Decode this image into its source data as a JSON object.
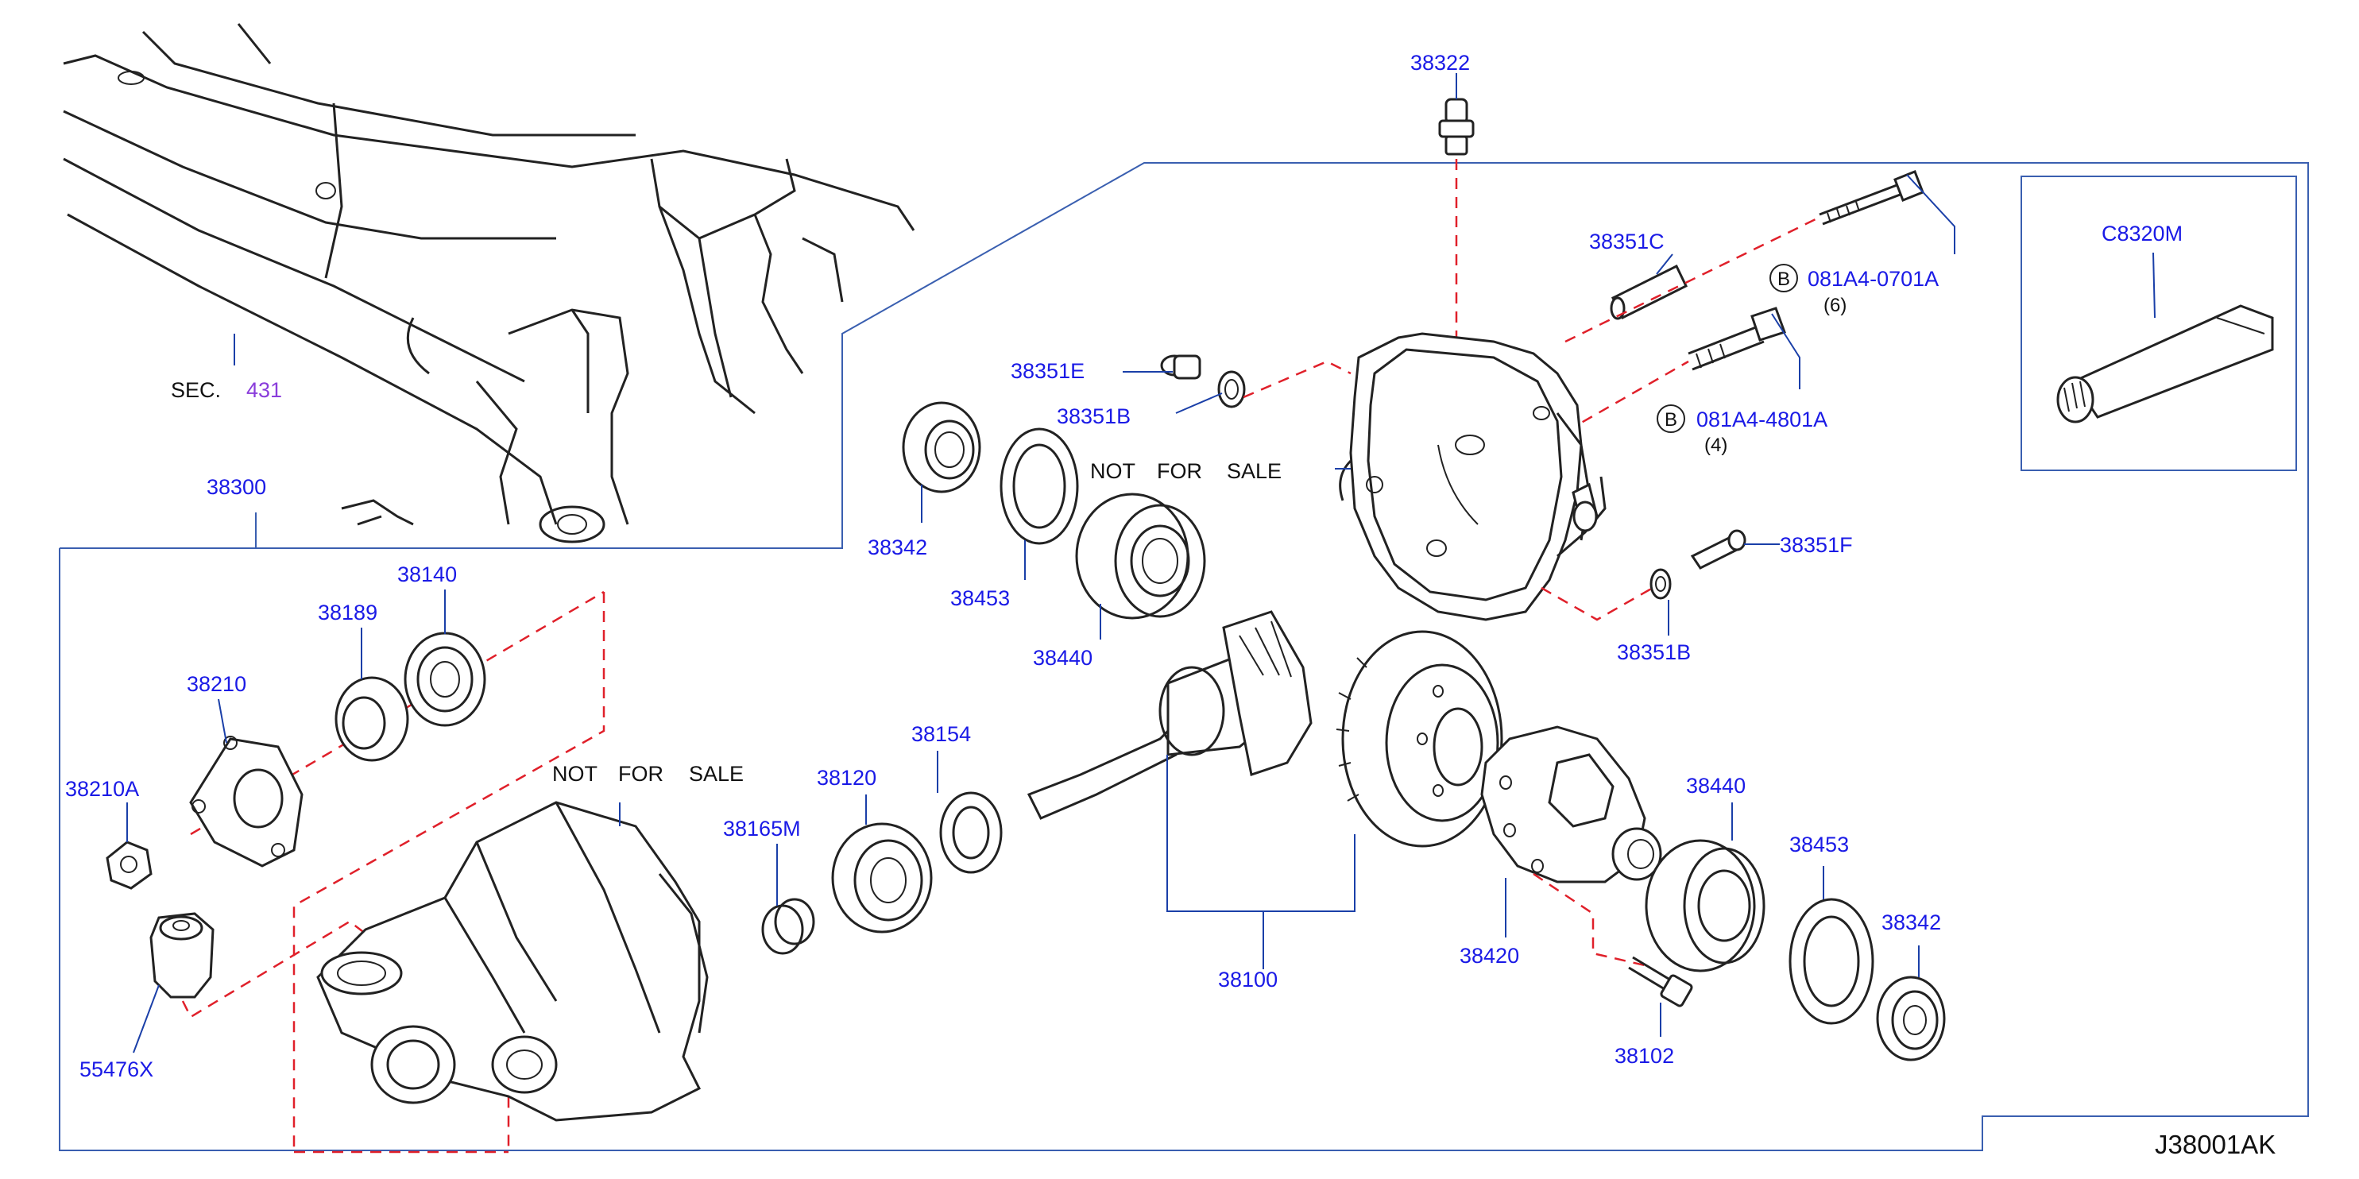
{
  "diagram_code": "J38001AK",
  "reference": {
    "prefix": "SEC.",
    "number": "431"
  },
  "assembly_label": "38300",
  "not_for_sale": [
    "NOT",
    "FOR",
    "SALE"
  ],
  "bolt_marker": "B",
  "parts": {
    "p38322": "38322",
    "p38351C": "38351C",
    "p38351E": "38351E",
    "p38351B_top": "38351B",
    "p38351F": "38351F",
    "p38351B_bottom": "38351B",
    "bolt_1": {
      "number": "081A4-0701A",
      "qty": "(6)"
    },
    "bolt_2": {
      "number": "081A4-4801A",
      "qty": "(4)"
    },
    "pC8320M": "C8320M",
    "p38342_top": "38342",
    "p38453_top": "38453",
    "p38440_top": "38440",
    "p38140": "38140",
    "p38189": "38189",
    "p38210": "38210",
    "p38210A": "38210A",
    "p55476X": "55476X",
    "p38165M": "38165M",
    "p38120": "38120",
    "p38154": "38154",
    "p38100": "38100",
    "p38420": "38420",
    "p38440_bottom": "38440",
    "p38453_bottom": "38453",
    "p38342_bottom": "38342",
    "p38102": "38102"
  }
}
